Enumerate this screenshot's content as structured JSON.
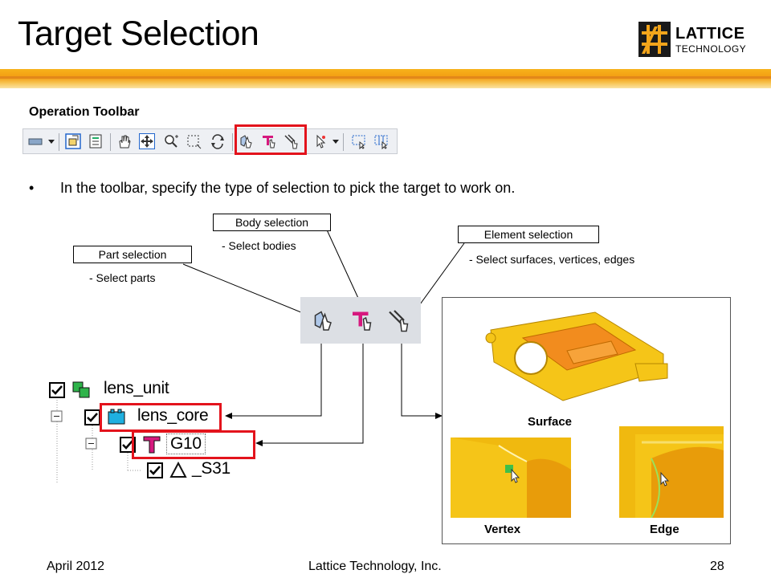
{
  "slide": {
    "title": "Target Selection",
    "logo": {
      "line1": "LATTICE",
      "line2": "TECHNOLOGY"
    },
    "section_label": "Operation Toolbar",
    "bullet": "In the toolbar, specify the type of selection to pick the target to work on."
  },
  "callouts": {
    "body": {
      "label": "Body selection",
      "desc": "- Select bodies"
    },
    "part": {
      "label": "Part selection",
      "desc": "- Select parts"
    },
    "element": {
      "label": "Element selection",
      "desc": "- Select surfaces, vertices, edges"
    }
  },
  "tree": {
    "items": [
      {
        "label": "lens_unit"
      },
      {
        "label": "lens_core"
      },
      {
        "label": "G10"
      },
      {
        "label": "_S31"
      }
    ]
  },
  "preview": {
    "surface_label": "Surface",
    "vertex_label": "Vertex",
    "edge_label": "Edge"
  },
  "footer": {
    "date": "April 2012",
    "company": "Lattice Technology, Inc.",
    "page": "28"
  },
  "colors": {
    "accent_orange": "#f39c12",
    "highlight_red": "#e3131c",
    "model_yellow": "#f5c518",
    "model_orange": "#f28c1e",
    "body_selection_magenta": "#d6197e"
  },
  "icons": [
    "dropdown-icon",
    "select-mode-icon",
    "properties-icon",
    "pan-hand-icon",
    "move-icon",
    "zoom-icon",
    "box-select-icon",
    "rotate-icon",
    "part-selection-icon",
    "body-selection-icon",
    "element-selection-icon",
    "pointer-icon",
    "rect-select-icon",
    "grid-select-icon"
  ]
}
